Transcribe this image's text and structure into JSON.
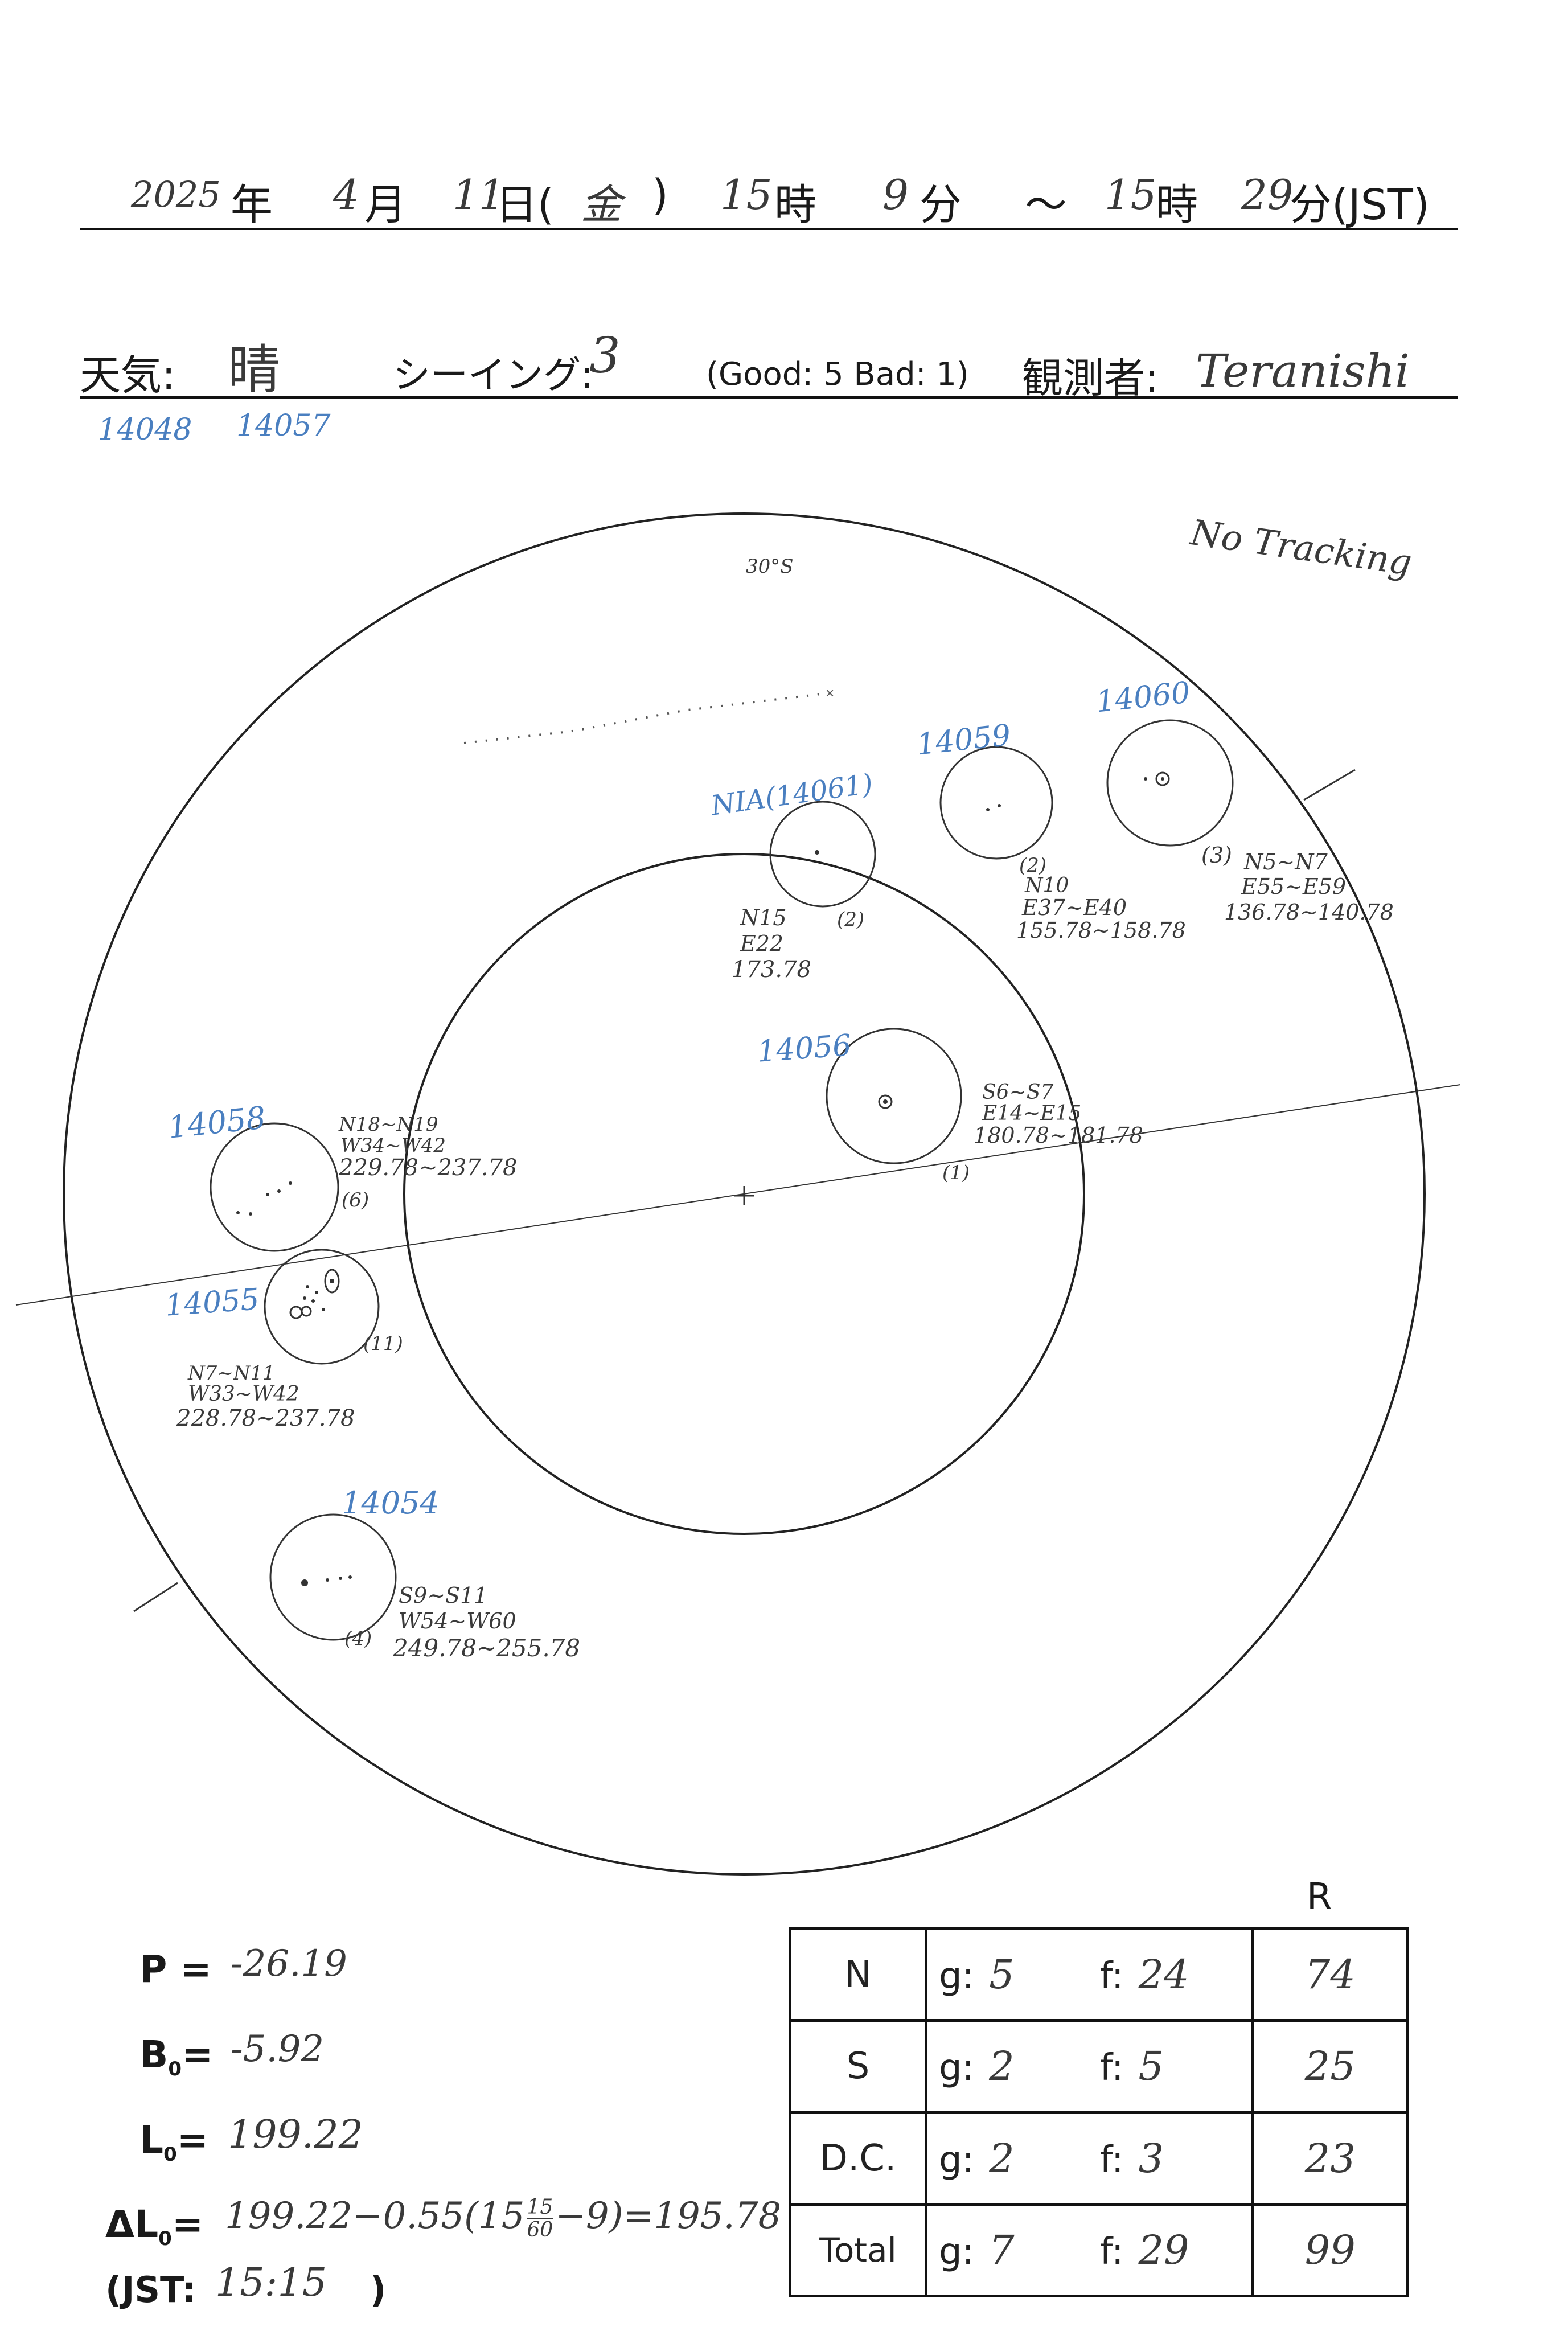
{
  "header": {
    "year": "2025",
    "year_unit": "年",
    "month": "4",
    "month_unit": "月",
    "day": "11",
    "day_unit": "日(",
    "weekday": "金",
    "paren_close": ")",
    "start_hour": "15",
    "hour_unit": "時",
    "start_min": "9",
    "min_unit": "分",
    "tilde": "～",
    "end_hour": "15",
    "end_min": "29",
    "end_min_unit": "分(JST)"
  },
  "weather": {
    "weather_label": "天気:",
    "weather_value": "晴",
    "seeing_label": "シーイング:",
    "seeing_value": "3",
    "seeing_scale": "(Good: 5  Bad: 1)",
    "observer_label": "観測者:",
    "observer_value": "Teranishi"
  },
  "top_regions": [
    "14048",
    "14057"
  ],
  "notes": {
    "tracking": "No Tracking",
    "top_mark": "30°S"
  },
  "regions": [
    {
      "id": "14060",
      "count": "(3)",
      "lat": "N5~N7",
      "lon": "E55~E59",
      "lng": "136.78~140.78"
    },
    {
      "id": "14059",
      "count": "(2)",
      "lat": "N10",
      "lon": "E37~E40",
      "lng": "155.78~158.78"
    },
    {
      "id": "NIA(14061)",
      "count": "(2)",
      "lat": "N15",
      "lon": "E22",
      "lng": "173.78"
    },
    {
      "id": "14056",
      "count": "(1)",
      "lat": "S6~S7",
      "lon": "E14~E15",
      "lng": "180.78~181.78"
    },
    {
      "id": "14058",
      "count": "(6)",
      "lat": "N18~N19",
      "lon": "W34~W42",
      "lng": "229.78~237.78"
    },
    {
      "id": "14055",
      "count": "(11)",
      "lat": "N7~N11",
      "lon": "W33~W42",
      "lng": "228.78~237.78"
    },
    {
      "id": "14054",
      "count": "(4)",
      "lat": "S9~S11",
      "lon": "W54~W60",
      "lng": "249.78~255.78"
    }
  ],
  "params": {
    "p_label": "P =",
    "p_value": "-26.19",
    "b0_label": "B",
    "b0_sub": "0",
    "b0_eq": "=",
    "b0_value": "-5.92",
    "l0_label": "L",
    "l0_sub": "0",
    "l0_eq": "=",
    "l0_value": "199.22",
    "dl0_label": "ΔL",
    "dl0_sub": "0",
    "dl0_eq": "=",
    "dl0_expr": "199.22−0.55(15",
    "dl0_frac_num": "15",
    "dl0_frac_den": "60",
    "dl0_expr_end": "−9)=195.78",
    "jst_label": "(JST:",
    "jst_value": "15:15",
    "jst_close": ")"
  },
  "counts": {
    "r_header": "R",
    "g_key": "g:",
    "f_key": "f:",
    "rows": [
      {
        "label": "N",
        "g": "5",
        "f": "24",
        "r": "74"
      },
      {
        "label": "S",
        "g": "2",
        "f": "5",
        "r": "25"
      },
      {
        "label": "D.C.",
        "g": "2",
        "f": "3",
        "r": "23"
      },
      {
        "label": "Total",
        "g": "7",
        "f": "29",
        "r": "99"
      }
    ]
  }
}
